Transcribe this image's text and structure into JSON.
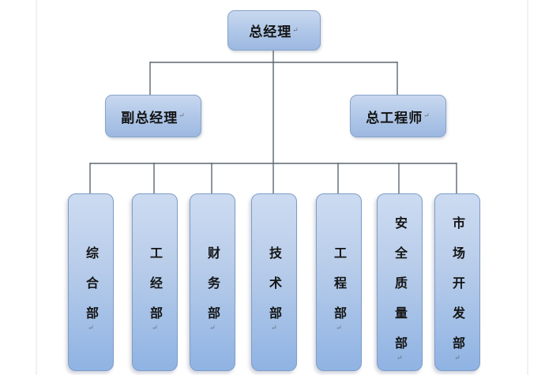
{
  "org": {
    "root": {
      "label": "总经理"
    },
    "level2": [
      {
        "label": "副总经理"
      },
      {
        "label": "总工程师"
      }
    ],
    "departments": [
      {
        "label": "综合部"
      },
      {
        "label": "工经部"
      },
      {
        "label": "财务部"
      },
      {
        "label": "技术部"
      },
      {
        "label": "工程部"
      },
      {
        "label": "安全质量部"
      },
      {
        "label": "市场开发部"
      }
    ],
    "paragraph_mark": "↵",
    "colors": {
      "box_fill_top": "#ccdbf1",
      "box_fill_bottom": "#8fb3e3",
      "box_border": "#7e9dc6",
      "connector_line": "#5c6670"
    }
  }
}
